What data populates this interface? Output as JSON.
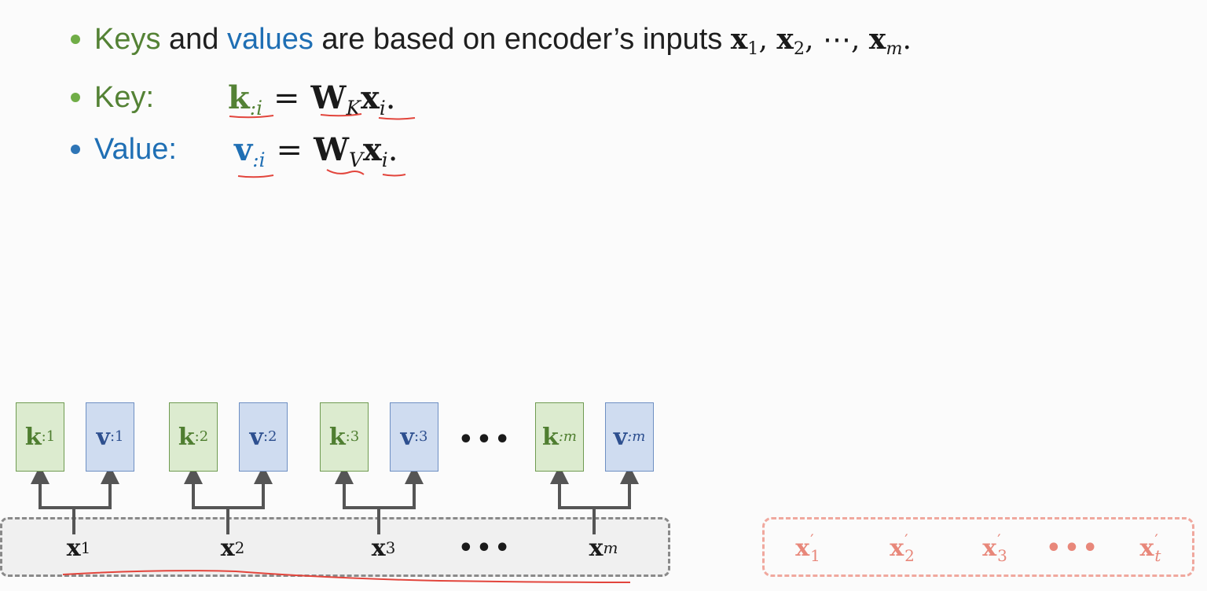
{
  "bullets": [
    {
      "lead_a": "Keys",
      "mid": " and ",
      "lead_b": "values",
      "rest": " are based on encoder’s inputs ",
      "math": {
        "x": "x",
        "s1": "1",
        "s2": "2",
        "dots": "⋯",
        "sm": "m",
        "sep": ", ",
        "end": "."
      }
    },
    {
      "label": "Key:",
      "lhs": "k",
      "lhs_sub": ":i",
      "eq": "=",
      "W": "W",
      "W_sub": "K",
      "x": "x",
      "x_sub": "i",
      "end": "."
    },
    {
      "label": "Value:",
      "lhs": "v",
      "lhs_sub": ":i",
      "eq": "=",
      "W": "W",
      "W_sub": "V",
      "x": "x",
      "x_sub": "i",
      "end": "."
    }
  ],
  "diagram": {
    "pairs": [
      {
        "k": "k",
        "v": "v",
        "sub": ":1",
        "x": "x",
        "x_sub": "1"
      },
      {
        "k": "k",
        "v": "v",
        "sub": ":2",
        "x": "x",
        "x_sub": "2"
      },
      {
        "k": "k",
        "v": "v",
        "sub": ":3",
        "x": "x",
        "x_sub": "3"
      },
      {
        "k": "k",
        "v": "v",
        "sub": ":m",
        "x": "x",
        "x_sub": "m"
      }
    ],
    "box_ellipsis": "•••",
    "input_ellipsis": "•••",
    "decoder_inputs": [
      {
        "x": "x",
        "sub": "1",
        "prime": "′"
      },
      {
        "x": "x",
        "sub": "2",
        "prime": "′"
      },
      {
        "x": "x",
        "sub": "3",
        "prime": "′"
      },
      {
        "x": "x",
        "sub": "t",
        "prime": "′"
      }
    ],
    "decoder_ellipsis": "•••"
  },
  "colors": {
    "key_green": "#548235",
    "value_blue": "#1f6fb4",
    "key_box_fill": "#dcebcf",
    "value_box_fill": "#cfdcf0",
    "annotation_red": "#e2453c",
    "decoder_pink": "#e8877a",
    "bullet_green": "#70ad47",
    "bullet_blue": "#2e75b6"
  }
}
